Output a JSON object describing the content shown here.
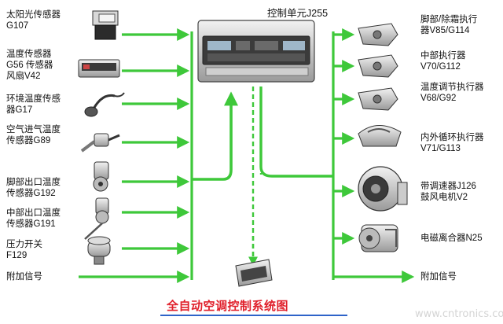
{
  "controller": {
    "label": "控制单元J255"
  },
  "inputs": [
    {
      "lines": [
        "太阳光传感器",
        "G107"
      ],
      "icon": "sun-sensor-icon"
    },
    {
      "lines": [
        "温度传感器",
        "G56  传感器",
        "风扇V42"
      ],
      "icon": "temperature-sensor-panel-icon"
    },
    {
      "lines": [
        "环境温度传感",
        "器G17"
      ],
      "icon": "ambient-temp-sensor-icon"
    },
    {
      "lines": [
        "空气进气温度",
        "传感器G89"
      ],
      "icon": "intake-air-temp-sensor-icon"
    },
    {
      "lines": [
        "脚部出口温度",
        "传感器G192"
      ],
      "icon": "footwell-outlet-temp-sensor-icon"
    },
    {
      "lines": [
        "中部出口温度",
        "传感器G191"
      ],
      "icon": "center-outlet-temp-sensor-icon"
    },
    {
      "lines": [
        "压力开关",
        "F129"
      ],
      "icon": "pressure-switch-icon"
    },
    {
      "lines": [
        "附加信号"
      ],
      "icon": ""
    }
  ],
  "outputs": [
    {
      "lines": [
        "脚部/除霜执行",
        "器V85/G114"
      ],
      "icon": "footwell-defrost-actuator-icon"
    },
    {
      "lines": [
        "中部执行器",
        "V70/G112"
      ],
      "icon": "center-actuator-icon"
    },
    {
      "lines": [
        "温度调节执行器",
        "V68/G92"
      ],
      "icon": "temperature-actuator-icon"
    },
    {
      "lines": [
        "内外循环执行器",
        "V71/G113"
      ],
      "icon": "recirculation-actuator-icon"
    },
    {
      "lines": [
        "带调速器J126",
        "鼓风电机V2"
      ],
      "icon": "blower-motor-icon"
    },
    {
      "lines": [
        "电磁离合器N25"
      ],
      "icon": "magnetic-clutch-icon"
    },
    {
      "lines": [
        "附加信号"
      ],
      "icon": ""
    }
  ],
  "caption": "全自动空调控制系统图",
  "watermark": "www.cntronics.com",
  "colors": {
    "wire": "#3ec83a",
    "wire_dashed": "#3ec83a",
    "caption": "#e0202b",
    "caption_underline": "#2e63c9"
  }
}
